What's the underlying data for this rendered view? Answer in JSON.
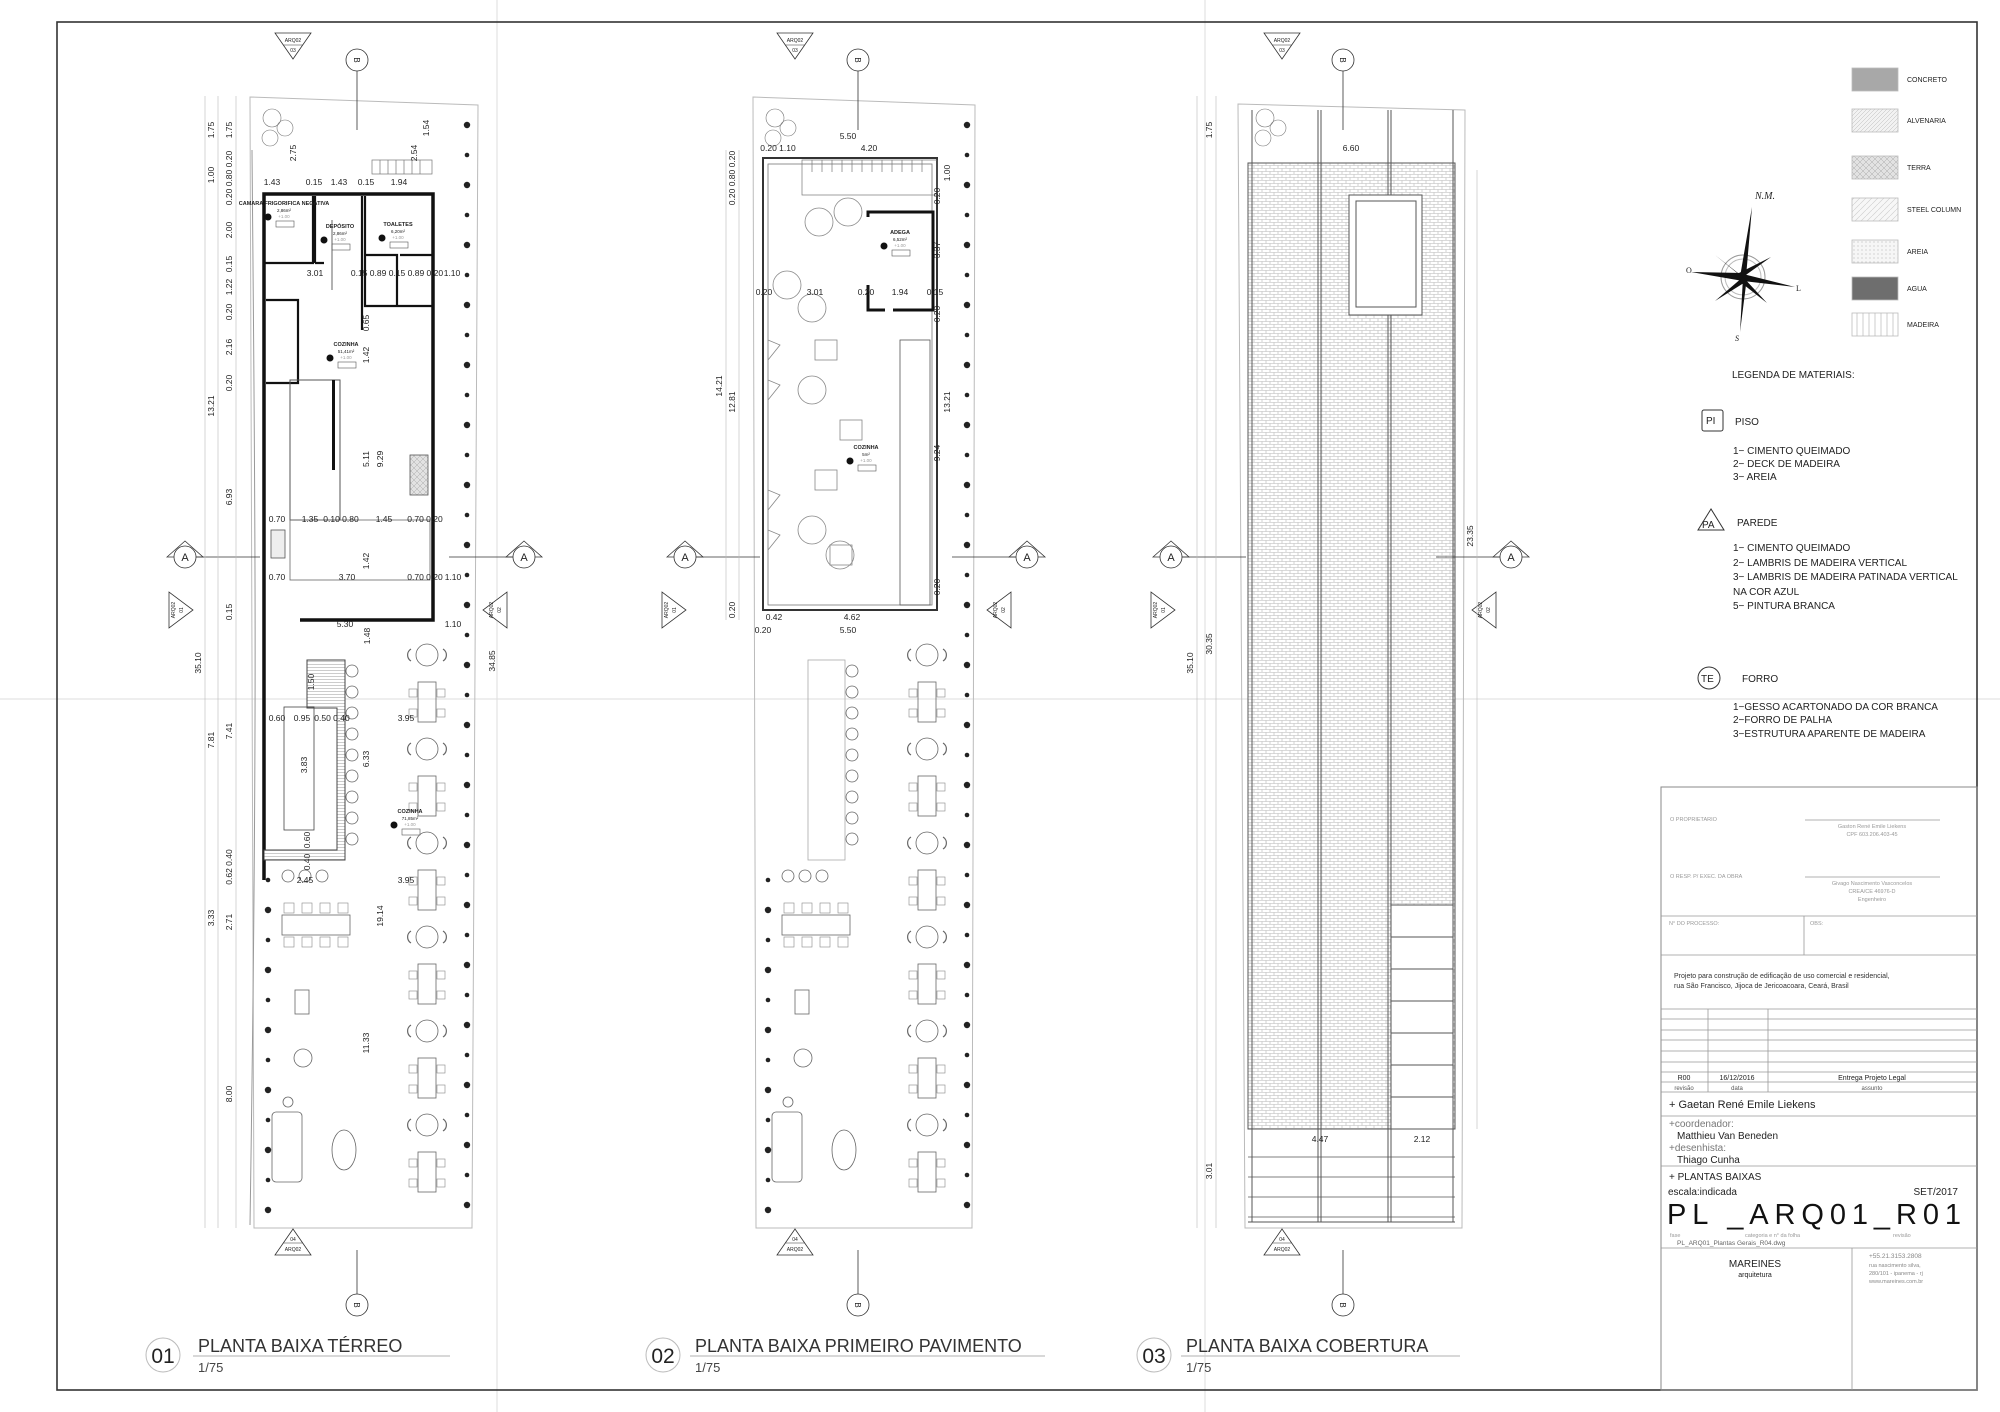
{
  "colors": {
    "line": "#222222",
    "hatch": "#9a9a9a",
    "concrete": "#a8a8a8",
    "water": "#6e6e6e"
  },
  "markers": {
    "section_a": "A",
    "section_b": "B",
    "ref_top": {
      "sheet": "ARQ02",
      "num": "03"
    },
    "ref_bottom": {
      "num": "04",
      "sheet": "ARQ02"
    },
    "ref_left": {
      "num": "01",
      "sheet": "ARQ02"
    },
    "ref_right": {
      "num": "02",
      "sheet": "ARQ02"
    }
  },
  "plans": [
    {
      "number": "01",
      "title": "PLANTA BAIXA TÉRREO",
      "scale": "1/75"
    },
    {
      "number": "02",
      "title": "PLANTA BAIXA PRIMEIRO PAVIMENTO",
      "scale": "1/75"
    },
    {
      "number": "03",
      "title": "PLANTA BAIXA COBERTURA",
      "scale": "1/75"
    }
  ],
  "plan1": {
    "rooms": [
      {
        "name": "CAMARA FRIGORIFICA NEGATIVA",
        "area": "2,86m²",
        "level": "+1.00"
      },
      {
        "name": "DEPÓSITO",
        "area": "2,86m²",
        "level": "+1.00"
      },
      {
        "name": "TOALETES",
        "area": "6,20m²",
        "level": "+1.00"
      },
      {
        "name": "COZINHA",
        "area": "51,41m²",
        "level": "+1.00"
      },
      {
        "name": "COZINHA",
        "area": "71,85m²",
        "level": "+1.00"
      }
    ],
    "dims": [
      "1.43",
      "0.15",
      "1.43",
      "0.15",
      "1.94",
      "2.75",
      "2.54",
      "1.54",
      "3.01",
      "0.15 0.89 0.15 0.89 0.20",
      "1.10",
      "0.65",
      "1.42",
      "5.11",
      "9.29",
      "0.70",
      "1.35",
      "0.10 0.80",
      "1.45",
      "0.70 0.20",
      "1.42",
      "0.70",
      "3.70",
      "0.70 0.20",
      "1.10",
      "5.30",
      "1.10",
      "1.48",
      "1.50",
      "0.60",
      "0.95",
      "0.50 0.40",
      "3.95",
      "6.33",
      "3.83",
      "2.45",
      "3.95",
      "19.14",
      "11.33",
      "1.75",
      "1.75",
      "1.00",
      "0.20 0.80 0.20",
      "2.00",
      "0.15",
      "1.22",
      "0.20",
      "2.16",
      "0.20",
      "13.21",
      "6.93",
      "0.15",
      "35.10",
      "7.81",
      "7.41",
      "0.62 0.40",
      "3.33",
      "2.71",
      "8.00",
      "34.85",
      "0.60",
      "0.40"
    ]
  },
  "plan2": {
    "rooms": [
      {
        "name": "ADEGA",
        "area": "6,52m²",
        "level": "+1.00"
      },
      {
        "name": "COZINHA",
        "area": "5m²",
        "level": "+1.00"
      }
    ],
    "dims": [
      "5.50",
      "0.20 1.10",
      "4.20",
      "1.00",
      "0.20",
      "3.37",
      "0.20",
      "3.01",
      "0.20",
      "1.94",
      "0.15",
      "0.20",
      "14.21",
      "12.81",
      "13.21",
      "9.24",
      "0.20",
      "0.42",
      "4.62",
      "0.20",
      "5.50",
      "0.20 0.80 0.20",
      "0.20"
    ]
  },
  "plan3": {
    "dims": [
      "6.60",
      "1.75",
      "35.10",
      "30.35",
      "23.35",
      "4.47",
      "2.12",
      "3.01"
    ]
  },
  "compass": {
    "north": "N.M.",
    "west": "O",
    "east": "L",
    "south": "S"
  },
  "materials_legend": [
    {
      "label": "CONCRETO",
      "pattern": "solid-gray"
    },
    {
      "label": "ALVENARIA",
      "pattern": "diagonal-fine"
    },
    {
      "label": "TERRA",
      "pattern": "crosshatch"
    },
    {
      "label": "STEEL COLUMN",
      "pattern": "diagonal"
    },
    {
      "label": "AREIA",
      "pattern": "dots"
    },
    {
      "label": "AGUA",
      "pattern": "solid-dark"
    },
    {
      "label": "MADEIRA",
      "pattern": "vertical-lines"
    }
  ],
  "legend_title": "LEGENDA DE MATERIAIS:",
  "piso": {
    "code": "PI",
    "title": "PISO",
    "items": [
      "1− CIMENTO QUEIMADO",
      "2− DECK DE MADEIRA",
      "3− AREIA"
    ]
  },
  "parede": {
    "code": "PA",
    "title": "PAREDE",
    "items": [
      "1− CIMENTO QUEIMADO",
      "2− LAMBRIS DE MADEIRA VERTICAL",
      "3− LAMBRIS DE MADEIRA PATINADA VERTICAL",
      "NA COR AZUL",
      "5− PINTURA BRANCA"
    ]
  },
  "forro": {
    "code": "TE",
    "title": "FORRO",
    "items": [
      "1−GESSO ACARTONADO DA COR BRANCA",
      "2−FORRO DE PALHA",
      "3−ESTRUTURA APARENTE DE MADEIRA"
    ]
  },
  "title_block": {
    "owner_label": "O PROPRIETARIO",
    "owner_name": "Gaston René Emile Liekens",
    "owner_cpf": "CPF 603.206.403-45",
    "resp_label": "O RESP. P/ EXEC. DA OBRA",
    "resp_name": "Givago Nascimento Vasconcelos",
    "resp_crea": "CREA/CE 46976-D",
    "resp_role": "Engenheiro",
    "process_label": "N° DO PROCESSO:",
    "obs_label": "OBS:",
    "project_line1": "Projeto para construção de edificação de uso comercial e residencial,",
    "project_line2": "rua São Francisco, Jijoca de Jericoacoara, Ceará, Brasil",
    "revision": {
      "rev": "R00",
      "date": "16/12/2016",
      "subject": "Entrega Projeto Legal"
    },
    "revision_headers": {
      "rev": "revisão",
      "date": "data",
      "subject": "assunto"
    },
    "client": "+ Gaetan René Emile Liekens",
    "coord_label": "+coordenador:",
    "coord_name": "Matthieu Van Beneden",
    "drafter_label": "+desenhista:",
    "drafter_name": "Thiago Cunha",
    "sheet_subject": "+ PLANTAS BAIXAS",
    "scale": "escala:indicada",
    "date": "SET/2017",
    "sheet_code": "PL _ARQ01_R01",
    "code_caption_phase": "fase",
    "code_caption_category": "categoria e n° da folha",
    "code_caption_revision": "revisão",
    "file_name": "PL_ARQ01_Plantas Gerais_R04.dwg",
    "firm_name": "MAREINES",
    "firm_sub": "arquitetura",
    "firm_phone": "+55.21.3153.2808",
    "firm_addr1": "rua nascimento silva,",
    "firm_addr2": "280/101 - ipanema - rj",
    "firm_web": "www.mareines.com.br"
  }
}
